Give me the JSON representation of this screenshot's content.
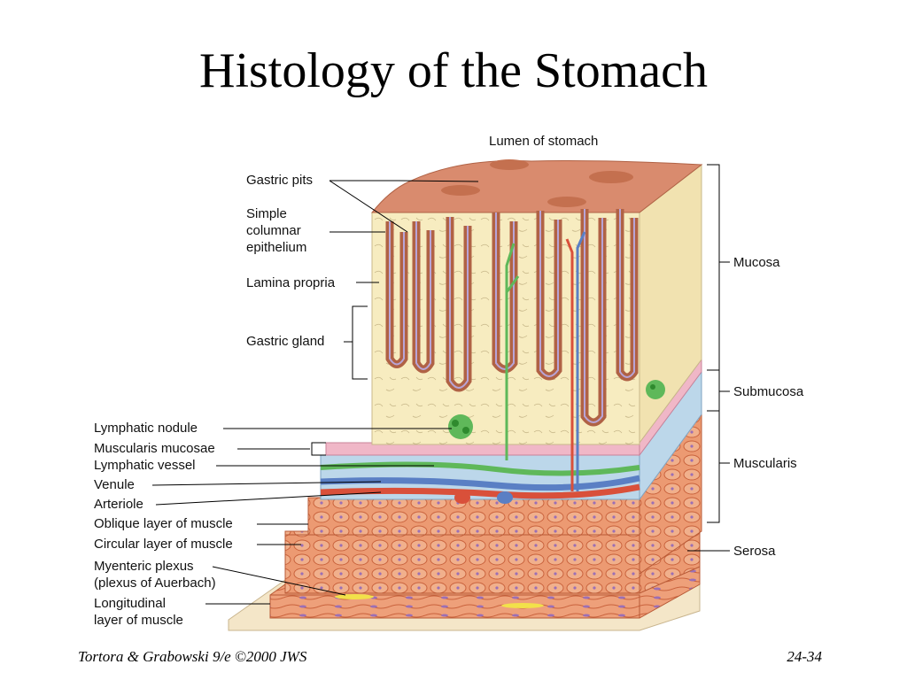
{
  "slide": {
    "title": "Histology of the Stomach",
    "footer_left": "Tortora & Grabowski 9/e ©2000 JWS",
    "footer_right": "24-34"
  },
  "diagram": {
    "top_label": "Lumen of stomach",
    "left_labels": {
      "gastric_pits": "Gastric pits",
      "simple_columnar_1": "Simple",
      "simple_columnar_2": "columnar",
      "simple_columnar_3": "epithelium",
      "lamina_propria": "Lamina propria",
      "gastric_gland": "Gastric gland",
      "lymphatic_nodule": "Lymphatic nodule",
      "muscularis_mucosae": "Muscularis mucosae",
      "lymphatic_vessel": "Lymphatic vessel",
      "venule": "Venule",
      "arteriole": "Arteriole",
      "oblique": "Oblique layer of muscle",
      "circular": "Circular layer of muscle",
      "myenteric_1": "Myenteric plexus",
      "myenteric_2": "(plexus of Auerbach)",
      "longitudinal_1": "Longitudinal",
      "longitudinal_2": "layer of muscle"
    },
    "right_labels": {
      "mucosa": "Mucosa",
      "submucosa": "Submucosa",
      "muscularis": "Muscularis",
      "serosa": "Serosa"
    },
    "colors": {
      "epithelium": "#d98b6e",
      "lamina_propria": "#f7ecc0",
      "submucosa": "#bcd7ea",
      "muscle": "#e88c62",
      "serosa": "#f4e6c8",
      "lymph": "#5fb85a",
      "vein": "#5a7fc4",
      "artery": "#d9503a"
    }
  }
}
